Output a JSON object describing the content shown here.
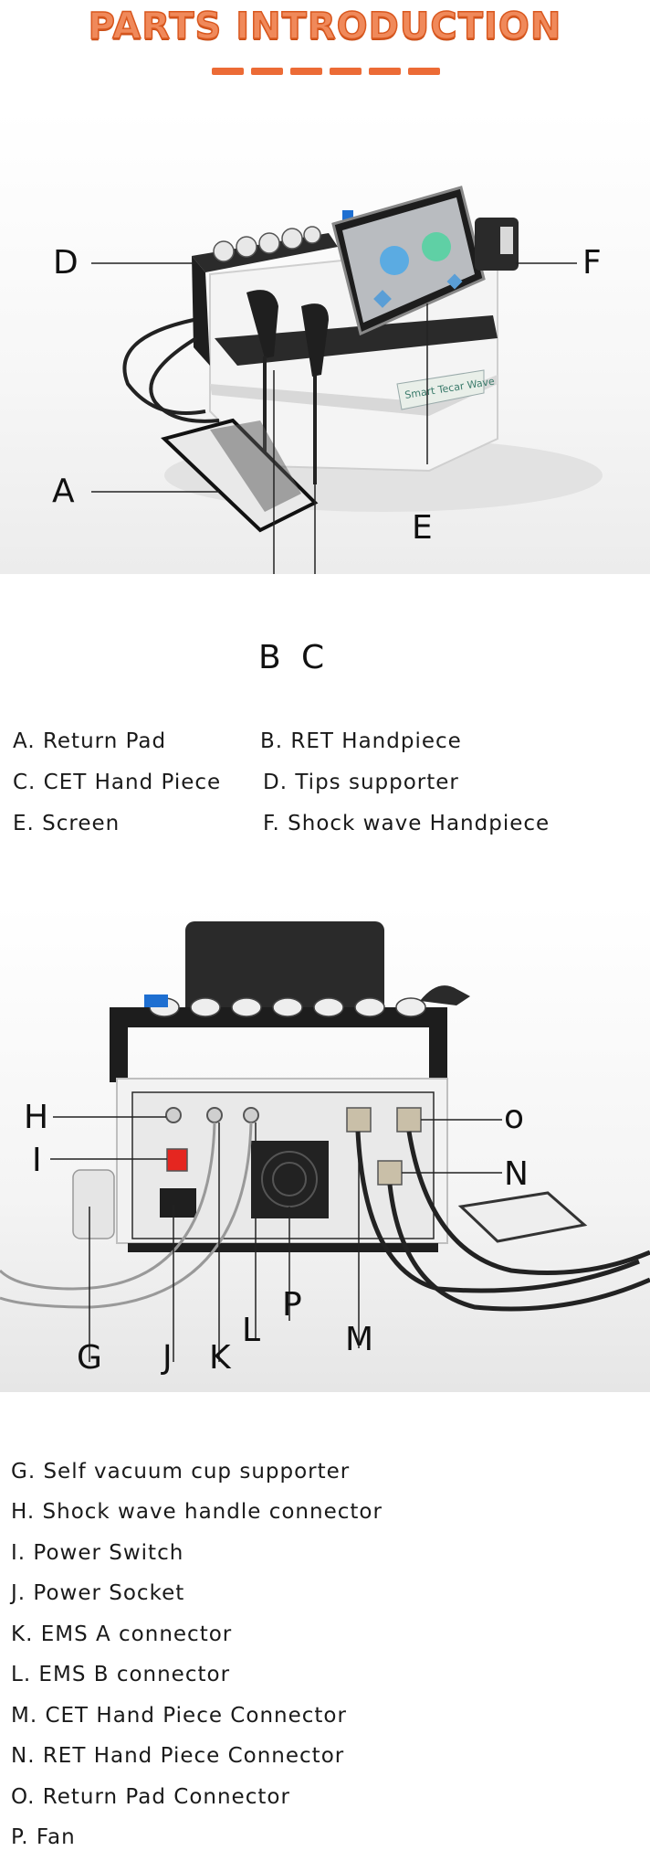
{
  "header": {
    "title": "PARTS  INTRODUCTION"
  },
  "photo1": {
    "labels": {
      "A": "A",
      "B": "B",
      "C": "C",
      "D": "D",
      "E": "E",
      "F": "F"
    },
    "brand_text": "Smart Tecar Wave"
  },
  "legend1": [
    "A. Return Pad",
    "B. RET Handpiece",
    "C. CET Hand Piece",
    "D. Tips supporter",
    "E. Screen",
    "F. Shock wave Handpiece"
  ],
  "photo2": {
    "labels": {
      "H": "H",
      "I": "I",
      "G": "G",
      "J": "J",
      "K": "K",
      "L": "L",
      "P": "P",
      "M": "M",
      "O": "o",
      "N": "N"
    }
  },
  "legend2": [
    "G. Self vacuum cup supporter",
    "H. Shock wave handle connector",
    "I. Power Switch",
    "J. Power Socket",
    "K. EMS A connector",
    "L. EMS B connector",
    "M. CET Hand Piece Connector",
    "N. RET Hand Piece Connector",
    "O. Return Pad Connector",
    "P. Fan"
  ],
  "colors": {
    "title_fill": "#f0895a",
    "title_stroke": "#d9581f",
    "dash": "#ec6b36",
    "screen_glow_blue": "#4aa8e8",
    "screen_glow_green": "#4fd3a0",
    "switch_red": "#e52620"
  }
}
